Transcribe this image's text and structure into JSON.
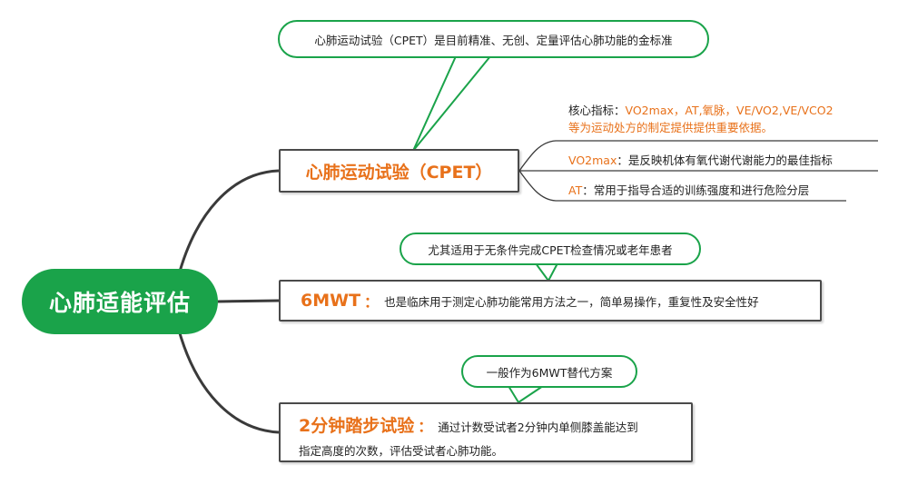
{
  "root": {
    "label": "心肺适能评估"
  },
  "nodes": {
    "cpet": {
      "title": "心肺运动试验（CPET）"
    },
    "mwt": {
      "title": "6MWT",
      "separator": "：",
      "description": "也是临床用于测定心肺功能常用方法之一，简单易操作，重复性及安全性好"
    },
    "step": {
      "title": "2分钟踏步试验",
      "separator": "：",
      "description_line1": "通过计数受试者2分钟内单侧膝盖能达到",
      "description_line2": "指定高度的次数，评估受试者心肺功能。"
    }
  },
  "callouts": {
    "cpet": "心肺运动试验（CPET）是目前精准、无创、定量评估心肺功能的金标准",
    "mwt": "尤其适用于无条件完成CPET检查情况或老年患者",
    "step": "一般作为6MWT替代方案"
  },
  "subtopics": {
    "core": {
      "prefix": "核心指标：",
      "highlight": "VO2max，AT,氧脉，VE/VO2,VE/VCO2",
      "line2": "等为运动处方的制定提供提供重要依据。"
    },
    "vo2": {
      "term": "VO2max",
      "text": "：是反映机体有氧代谢代谢能力的最佳指标"
    },
    "at": {
      "term": "AT",
      "text": "：常用于指导合适的训练强度和进行危险分层"
    }
  },
  "colors": {
    "brand_green": "#1aa34a",
    "accent_orange": "#e8711a",
    "node_border": "#4a4a4a",
    "connector": "#3a3a3a"
  }
}
